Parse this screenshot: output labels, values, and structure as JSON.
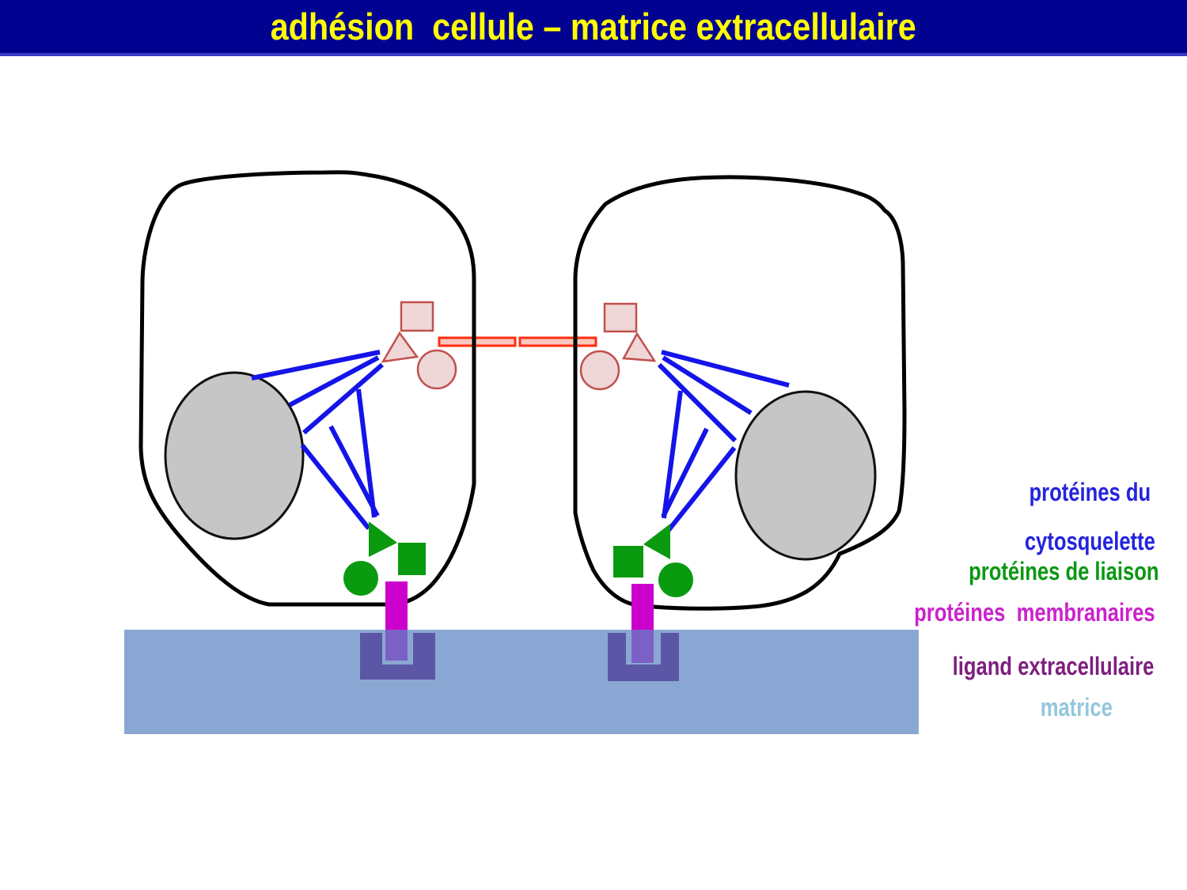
{
  "title": {
    "text": "adhésion  cellule – matrice extracellulaire"
  },
  "labels": {
    "cytoskeleton_line1": "protéines du",
    "cytoskeleton_line2": "cytosquelette",
    "linker": "protéines de liaison",
    "membrane_proteins": "protéines  membranaires",
    "ligand": "ligand extracellulaire",
    "matrix": "matrice"
  },
  "colors": {
    "title_bar_bg": "#020291",
    "title_text": "#FFFF00",
    "membrane": "#000000",
    "nucleus_fill": "#C6C6C6",
    "nucleus_stroke": "#111111",
    "filament_blue": "#1414E8",
    "junction_fill": "#EFD6D7",
    "junction_stroke": "#C0504D",
    "bar_fill": "#FBC7BE",
    "bar_stroke": "#FF2D11",
    "linker_green": "#0A9A10",
    "membrane_protein_magenta": "#CC00CC",
    "membrane_protein_submerged": "#7B61C6",
    "ligand_purple": "#5B57A6",
    "matrix_blue": "#8AA7D3",
    "label_cytoskeleton": "#2424DC",
    "label_linker": "#0C9713",
    "label_membrane": "#CB22CB",
    "label_ligand": "#7D1F7D",
    "label_matrix": "#93C7DB"
  }
}
